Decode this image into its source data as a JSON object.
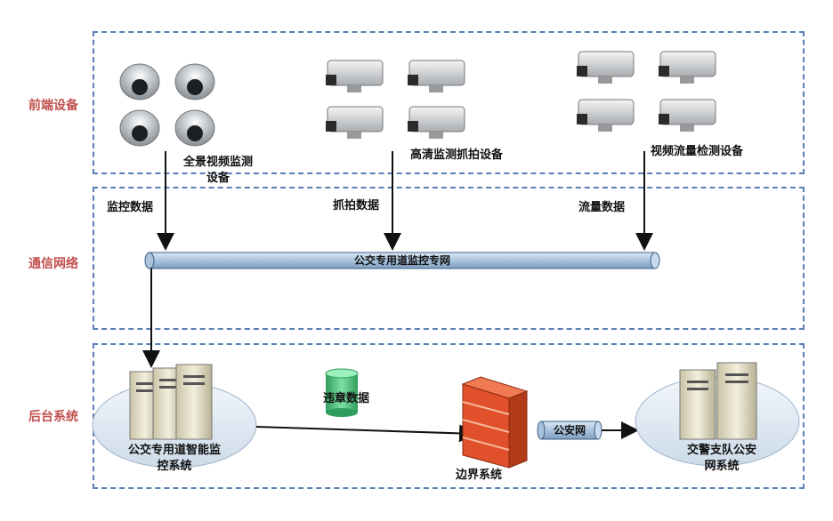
{
  "layers": {
    "front": "前端设备",
    "network": "通信网络",
    "backend": "后台系统"
  },
  "devices": {
    "panorama": "全景视频监测设备",
    "hd_capture": "高清监测抓拍设备",
    "flow_detect": "视频流量检测设备"
  },
  "flows": {
    "monitor_data": "监控数据",
    "capture_data": "抓拍数据",
    "flow_data": "流量数据"
  },
  "network": {
    "pipe_label": "公交专用道监控专网",
    "police_pipe_label": "公安网"
  },
  "backend": {
    "smart_system": "公交专用道智能监控系统",
    "violation_db": "违章数据",
    "boundary": "边界系统",
    "police_network": "交警支队公安网系统"
  },
  "colors": {
    "zone_border": "#5a7fb5",
    "layer_label": "#c0504d",
    "pipe_fill": "#b8cfe6",
    "firewall": "#e0502a",
    "db": "#4cbf7a"
  }
}
